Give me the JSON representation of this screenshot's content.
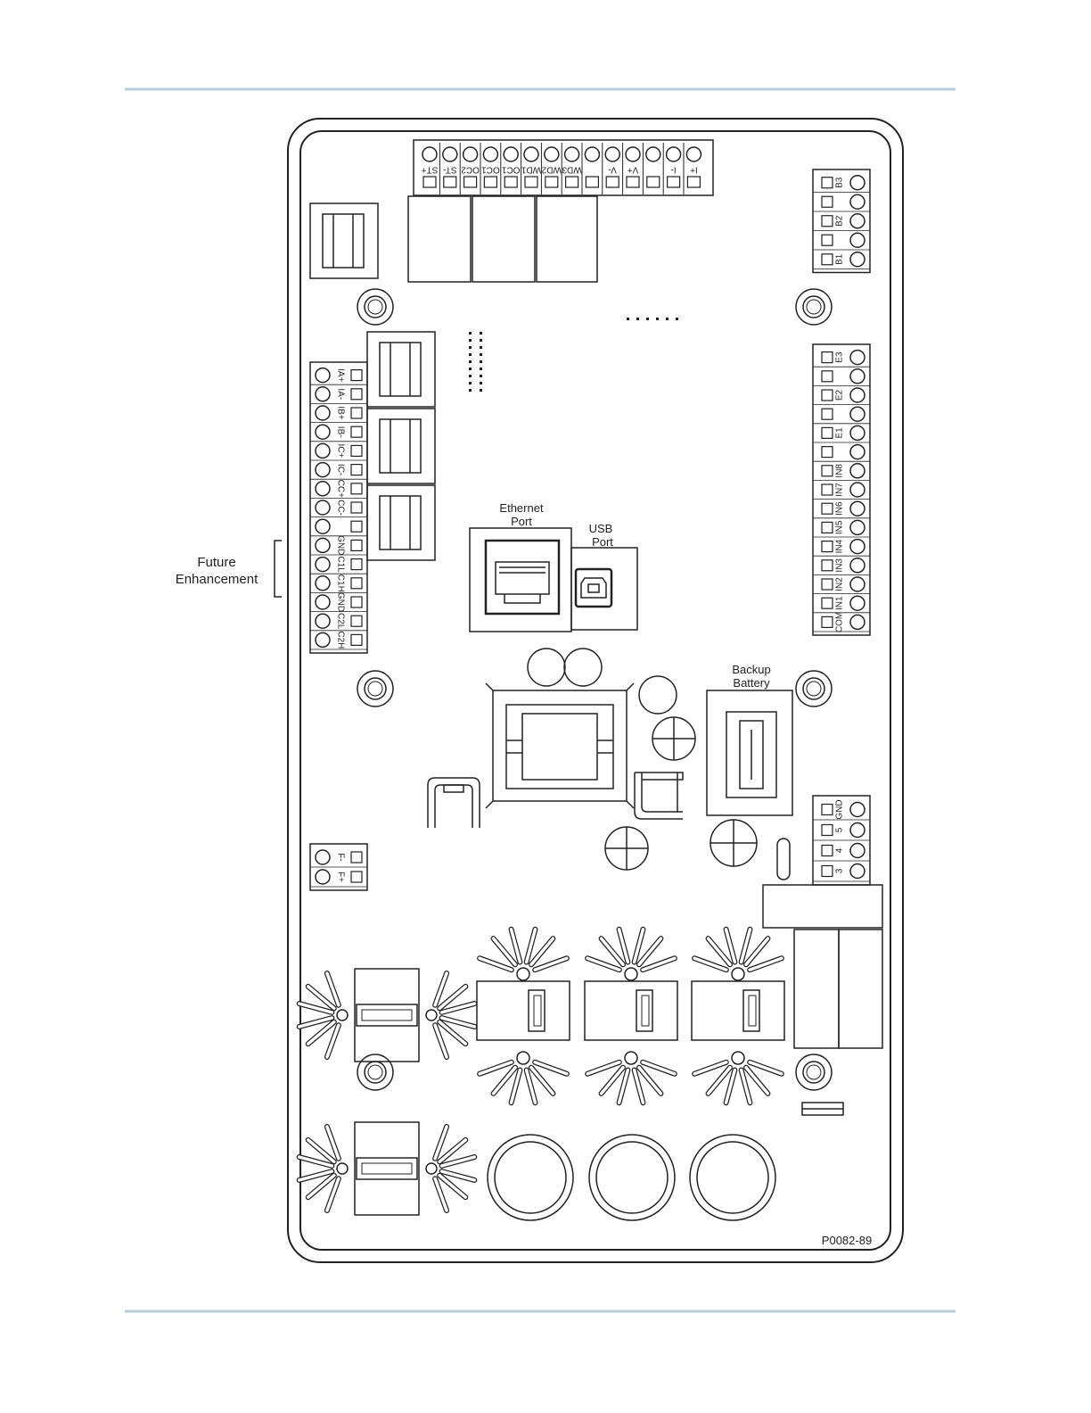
{
  "figure_id": "P0082-89",
  "labels": {
    "future_enhancement": [
      "Future",
      "Enhancement"
    ],
    "ethernet_port": [
      "Ethernet",
      "Port"
    ],
    "usb_port": [
      "USB",
      "Port"
    ],
    "backup_battery": [
      "Backup",
      "Battery"
    ]
  },
  "terminals": {
    "top": [
      "ST+",
      "ST-",
      "OC2",
      "OC1",
      "OC1",
      "WD1",
      "WD2",
      "WD3",
      "",
      "V-",
      "V+",
      "",
      "I-",
      "I+"
    ],
    "right_upper": [
      "B3",
      "",
      "B2",
      "",
      "B1"
    ],
    "right_middle": [
      "E3",
      "",
      "E2",
      "",
      "E1",
      "",
      "IN8",
      "IN7",
      "IN6",
      "IN5",
      "IN4",
      "IN3",
      "IN2",
      "IN1",
      "COM"
    ],
    "left_middle": [
      "IA+",
      "IA-",
      "IB+",
      "IB-",
      "IC+",
      "IC-",
      "CC+",
      "CC-",
      "",
      "GND",
      "C1L",
      "C1H",
      "GND",
      "C2L",
      "C2H"
    ],
    "right_lower": [
      "GND",
      "5",
      "4",
      "3"
    ],
    "left_lower": [
      "F-",
      "F+"
    ]
  },
  "colors": {
    "rule": "#b8ccd8",
    "stroke": "#222222"
  }
}
